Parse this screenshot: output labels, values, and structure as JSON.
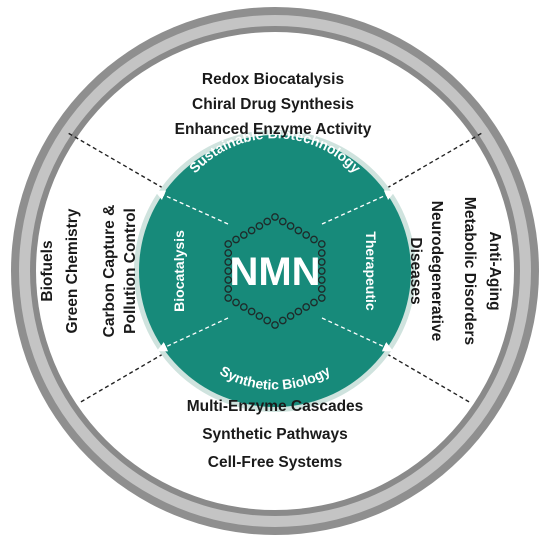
{
  "center": {
    "label": "NMN"
  },
  "inner_sections": {
    "top": "Sustainable Biotechnology",
    "left": "Biocatalysis",
    "right": "Therapeutic",
    "bottom": "Synthetic Biology"
  },
  "outer_sections": {
    "top": [
      "Redox Biocatalysis",
      "Chiral Drug Synthesis",
      "Enhanced Enzyme Activity"
    ],
    "left": [
      "Biofuels",
      "Green Chemistry",
      "Carbon Capture &",
      "Pollution Control"
    ],
    "right": [
      "Anti-Aging",
      "Metabolic Disorders",
      "Neurodegenerative",
      "Diseases"
    ],
    "bottom": [
      "Multi-Enzyme Cascades",
      "Synthetic Pathways",
      "Cell-Free Systems"
    ]
  },
  "colors": {
    "teal": "#178a7a",
    "teal_light_ring": "#cfe3de",
    "ring_gray": "#8f8f8f",
    "ring_gray_light": "#c4c4c4",
    "text_dark": "#1a1a1a"
  }
}
